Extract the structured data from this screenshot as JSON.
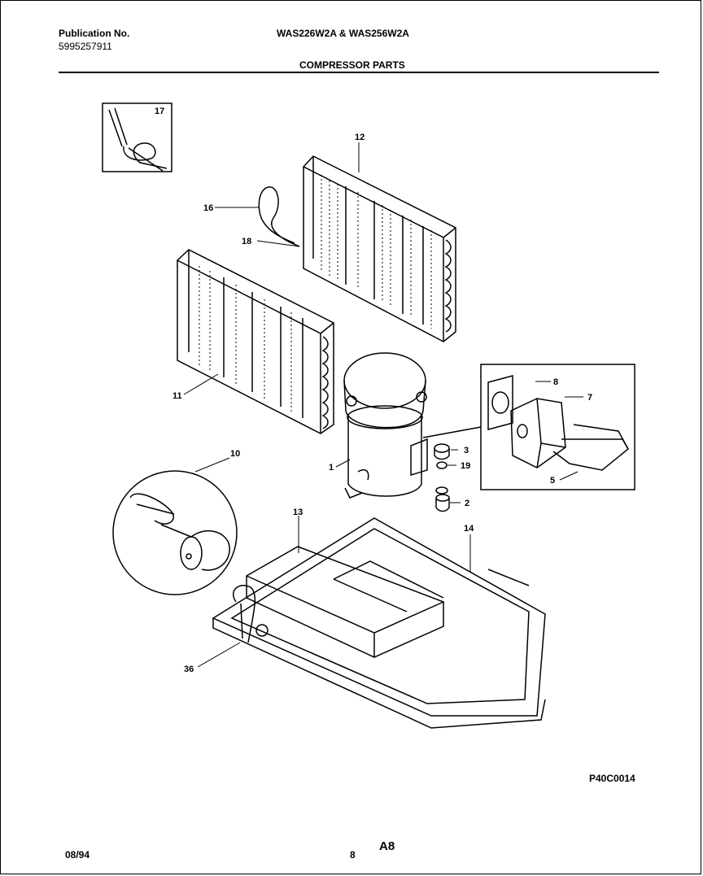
{
  "header": {
    "publication_label": "Publication No.",
    "publication_number": "5995257911",
    "models": "WAS226W2A & WAS256W2A",
    "section_title": "COMPRESSOR PARTS"
  },
  "diagram": {
    "callouts": {
      "c17": "17",
      "c12": "12",
      "c16": "16",
      "c18": "18",
      "c11": "11",
      "c8": "8",
      "c7": "7",
      "c3": "3",
      "c19": "19",
      "c1": "1",
      "c2": "2",
      "c5": "5",
      "c10": "10",
      "c13": "13",
      "c14": "14",
      "c36": "36"
    },
    "figure_id": "P40C0014"
  },
  "footer": {
    "date": "08/94",
    "page": "8",
    "code": "A8"
  }
}
